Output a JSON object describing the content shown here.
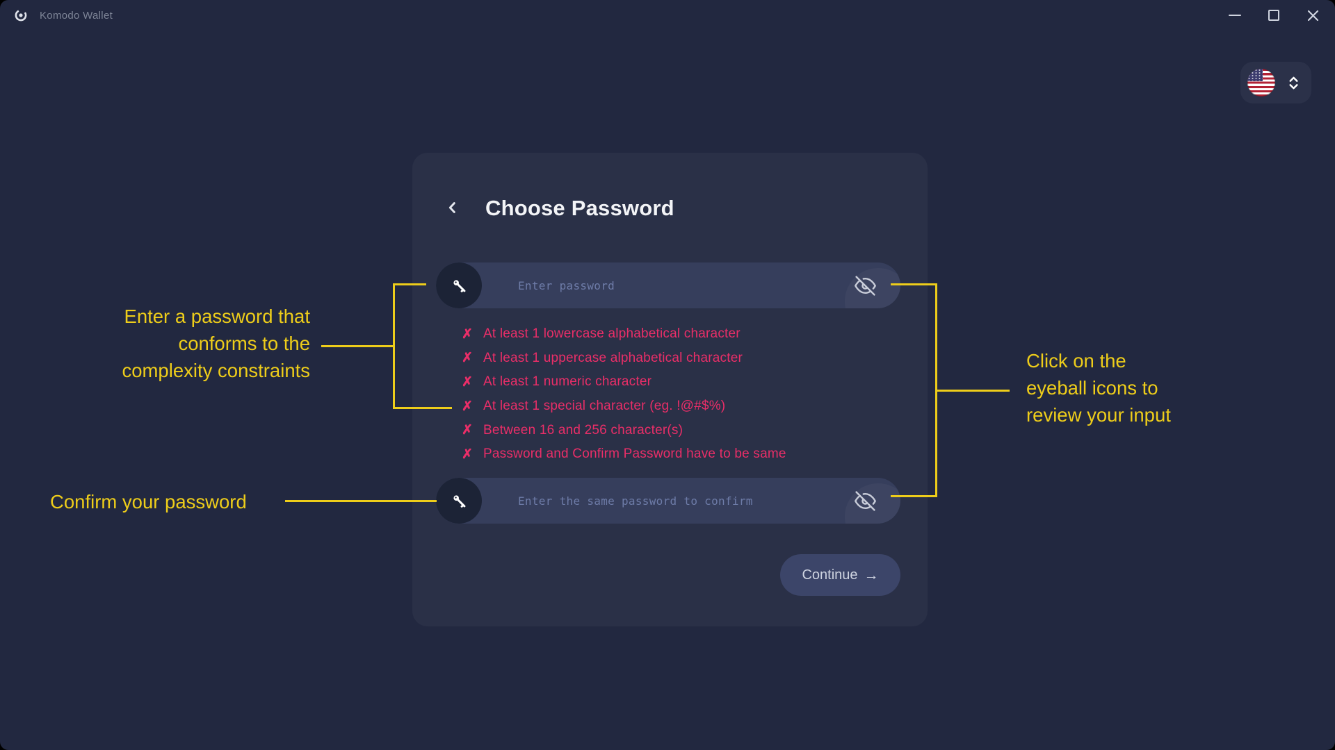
{
  "window": {
    "title": "Komodo Wallet"
  },
  "language_selector": {
    "flag_icon": "us-flag"
  },
  "dialog": {
    "title": "Choose Password",
    "password_input": {
      "value": "",
      "placeholder": "Enter password"
    },
    "confirm_password_input": {
      "value": "",
      "placeholder": "Enter the same password to confirm"
    },
    "validation_rules": [
      "At least 1 lowercase alphabetical character",
      "At least 1 uppercase alphabetical character",
      "At least 1 numeric character",
      "At least 1 special character (eg. !@#$%)",
      "Between 16 and 256 character(s)",
      "Password and Confirm Password have to be same"
    ],
    "continue_label": "Continue"
  },
  "annotations": {
    "password_hint": {
      "lines": [
        "Enter a password that",
        "conforms to the",
        "complexity constraints"
      ]
    },
    "confirm_hint": {
      "text": "Confirm your password"
    },
    "eyeball_hint": {
      "lines": [
        "Click on the",
        "eyeball icons to",
        "review your input"
      ]
    }
  },
  "icons": {
    "x_mark": "✗",
    "arrow_right": "→"
  },
  "colors": {
    "background": "#222840",
    "card": "#2a3047",
    "input": "#363e5c",
    "key_badge": "#1c2336",
    "button": "#3c4569",
    "accent_yellow": "#eecd1a",
    "error_pink": "#ea2e68",
    "text_primary": "#f3f4f7",
    "placeholder": "#6e7ca8",
    "titlebar_text": "#7d8496"
  }
}
